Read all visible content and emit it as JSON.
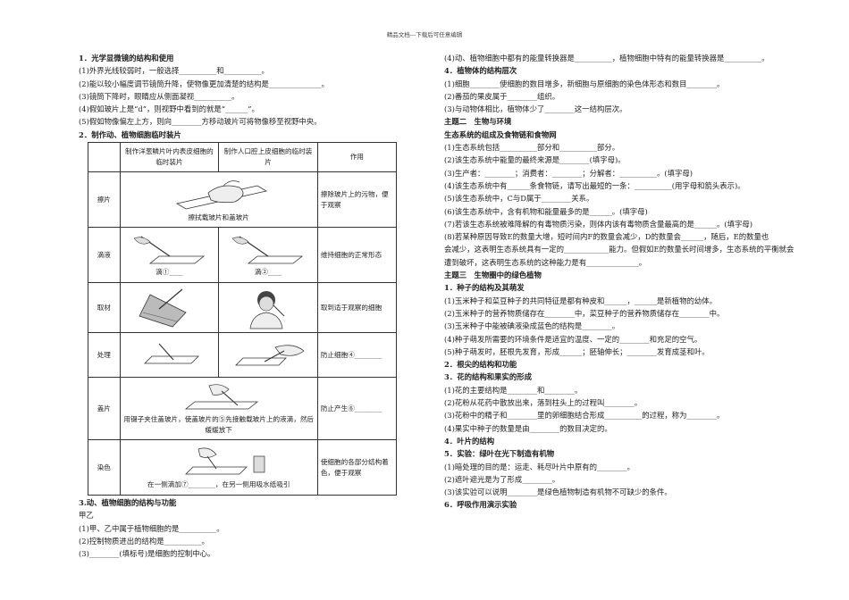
{
  "header": "精品文档---下载后可任意编辑",
  "left": {
    "s1_title": "1．光学显微镜的结构和使用",
    "s1_lines": [
      "(1)外界光线较弱时，一般选择__________和__________。",
      "(2)能以较小幅度调节镜筒升降，使物像更加清楚的结构是______________。",
      "(3)镜筒下降时，眼睛应从侧面凝视__________。",
      "(4)假如玻片上是“d”，则视野中看到的就是“______”。",
      "(5)假如物像偏左上方，则向________方移动玻片可将物像移至视野中央。"
    ],
    "s2_title": "2．制作动、植物细胞临时装片",
    "table": {
      "head": [
        "制作洋葱鳞片叶内表皮细胞的临时装片",
        "制作人口腔上皮细胞的临时装片",
        "作用"
      ],
      "rows": [
        {
          "label": "擦片",
          "caption": "擦拭载玻片和盖玻片",
          "role": "擦除玻片上的污物，便于观察"
        },
        {
          "label": "滴液",
          "cap_a": "滴①____",
          "cap_a2": "____",
          "cap_b": "滴②____",
          "role": "维持细胞的正常形态"
        },
        {
          "label": "取材",
          "role": "取到适于观察的细胞"
        },
        {
          "label": "处理",
          "role": "防止细胞④________"
        },
        {
          "label": "盖片",
          "caption": "用镊子夹住盖玻片，使盖玻片的⑤先接触载玻片上的液滴，然后缓缓放下",
          "role": "防止产生⑥________"
        },
        {
          "label": "染色",
          "caption": "在一侧滴加⑦________，在另一侧用吸水纸吸引",
          "role": "使细胞的各部分结构着色，便于观察"
        }
      ]
    },
    "s3_title": "3.动、植物细胞的结构与功能",
    "s3_lines": [
      "甲乙",
      "(1)甲、乙中属于植物细胞的是__________。",
      "(2)控制物质进出的结构是__________。",
      "(3)________(填标号)是细胞的控制中心。"
    ]
  },
  "right": {
    "lines": [
      {
        "t": "(4)动、植物细胞中都有的能量转换器是__________，植物细胞中特有的能量转换器是__________。",
        "h": false
      },
      {
        "t": "4．植物体的结构层次",
        "h": true
      },
      {
        "t": "(1)细胞________使细胞的数目增多，新细胞与原细胞的染色体形态和数目________。",
        "h": false
      },
      {
        "t": "(2)番茄的果皮属于________组织。",
        "h": false
      },
      {
        "t": "(3)与动物体相比，植物体少了________这一结构层次。",
        "h": false
      },
      {
        "t": "主题二　生物与环境",
        "h": true
      },
      {
        "t": "生态系统的组成及食物链和食物网",
        "h": true
      },
      {
        "t": "(1)生态系统包括__________部分和__________部分。",
        "h": false
      },
      {
        "t": "(2)该生态系统中能量的最终来源是________(填字母)。",
        "h": false
      },
      {
        "t": "(3)生产者：________；消费者：________；分解者：__________。(填字母)",
        "h": false
      },
      {
        "t": "(4)该生态系统中有______条食物链，请写出最短的一条：__________(用字母和箭头表示)。",
        "h": false
      },
      {
        "t": "(5)该生态系统中，C与D属于________关系。",
        "h": false
      },
      {
        "t": "(6)该生态系统中，含有机物和能量最多的是______。(填字母)",
        "h": false
      },
      {
        "t": "(7)若该生态系统被难降解的有毒物质污染，则体内该有毒物质含量最高的是______。(填字母)",
        "h": false
      },
      {
        "t": "(8)若某种原因导致E的数量大增，短时间内F的数量会减少，D的数量会______，随后，E的数量也",
        "h": false
      },
      {
        "t": "会减少，这表明生态系统具有一定的____________能力。但假如E的数量长时间增多，生态系统的平衡就会",
        "h": false
      },
      {
        "t": "遭到破坏，这表明生态系统的这种能力是有______________。",
        "h": false
      },
      {
        "t": "主题三　生物圈中的绿色植物",
        "h": true
      },
      {
        "t": "1．种子的结构及其萌发",
        "h": true
      },
      {
        "t": "(1)玉米种子和菜豆种子的共同特征是都有种皮和______，______是新植物的幼体。",
        "h": false
      },
      {
        "t": "(2)玉米种子的营养物质储存在________中，菜豆种子的营养物质储存在________中。",
        "h": false
      },
      {
        "t": "(3)玉米种子中能被碘液染成蓝色的结构是________。",
        "h": false
      },
      {
        "t": "(4)种子萌发所需要的环境条件是适宜的温度、一定的________和充足的空气。",
        "h": false
      },
      {
        "t": "(5)种子萌发时，胚根先发育，形成______；胚轴伸长；________发育成茎和叶。",
        "h": false
      },
      {
        "t": "2．根尖的结构和功能",
        "h": true
      },
      {
        "t": "3．花的结构和果实的形成",
        "h": true
      },
      {
        "t": "(1)花的主要结构是________和________。",
        "h": false
      },
      {
        "t": "(2)花粉从花药中散放出来，落到柱头上的过程叫________。",
        "h": false
      },
      {
        "t": "(3)花粉中的精子和________里的卵细胞结合形成__________的过程，称为________。",
        "h": false
      },
      {
        "t": "(4)果实中种子的数量是由________的数目决定的。",
        "h": false
      },
      {
        "t": "4．叶片的结构",
        "h": true
      },
      {
        "t": "5．实验：绿叶在光下制造有机物",
        "h": true
      },
      {
        "t": "(1)暗处理的目的是：运走、耗尽叶片中原有的________。",
        "h": false
      },
      {
        "t": "(2)遮叶遮光是为了形成________。",
        "h": false
      },
      {
        "t": "(3)该实验可以说明________是绿色植物制造有机物不可缺少的条件。",
        "h": false
      },
      {
        "t": "6．呼吸作用演示实验",
        "h": true
      }
    ]
  }
}
